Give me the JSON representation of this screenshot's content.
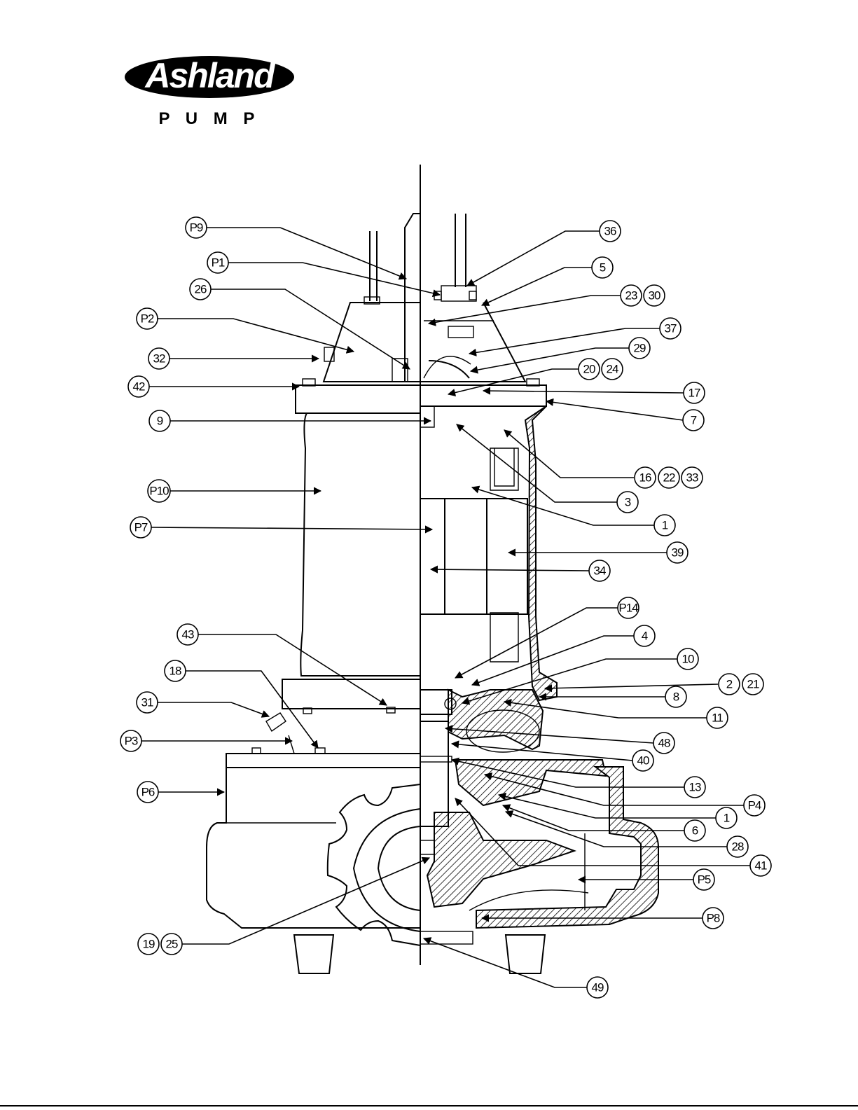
{
  "logo": {
    "brand": "Ashland",
    "subtitle": "P U M P"
  },
  "callouts": [
    {
      "id": "P9",
      "labels": [
        "P9"
      ]
    },
    {
      "id": "P1",
      "labels": [
        "P1"
      ]
    },
    {
      "id": "26",
      "labels": [
        "26"
      ]
    },
    {
      "id": "P2",
      "labels": [
        "P2"
      ]
    },
    {
      "id": "32",
      "labels": [
        "32"
      ]
    },
    {
      "id": "42",
      "labels": [
        "42"
      ]
    },
    {
      "id": "9",
      "labels": [
        "9"
      ]
    },
    {
      "id": "P10",
      "labels": [
        "P10"
      ]
    },
    {
      "id": "P7",
      "labels": [
        "P7"
      ]
    },
    {
      "id": "43",
      "labels": [
        "43"
      ]
    },
    {
      "id": "18",
      "labels": [
        "18"
      ]
    },
    {
      "id": "31",
      "labels": [
        "31"
      ]
    },
    {
      "id": "P3",
      "labels": [
        "P3"
      ]
    },
    {
      "id": "P6",
      "labels": [
        "P6"
      ]
    },
    {
      "id": "19-25",
      "labels": [
        "19",
        "25"
      ]
    },
    {
      "id": "36",
      "labels": [
        "36"
      ]
    },
    {
      "id": "5",
      "labels": [
        "5"
      ]
    },
    {
      "id": "23-30",
      "labels": [
        "23",
        "30"
      ]
    },
    {
      "id": "37",
      "labels": [
        "37"
      ]
    },
    {
      "id": "29",
      "labels": [
        "29"
      ]
    },
    {
      "id": "20-24",
      "labels": [
        "20",
        "24"
      ]
    },
    {
      "id": "17",
      "labels": [
        "17"
      ]
    },
    {
      "id": "7",
      "labels": [
        "7"
      ]
    },
    {
      "id": "16-22-33",
      "labels": [
        "16",
        "22",
        "33"
      ]
    },
    {
      "id": "3",
      "labels": [
        "3"
      ]
    },
    {
      "id": "1a",
      "labels": [
        "1"
      ]
    },
    {
      "id": "39",
      "labels": [
        "39"
      ]
    },
    {
      "id": "34",
      "labels": [
        "34"
      ]
    },
    {
      "id": "P14",
      "labels": [
        "P14"
      ]
    },
    {
      "id": "4",
      "labels": [
        "4"
      ]
    },
    {
      "id": "10",
      "labels": [
        "10"
      ]
    },
    {
      "id": "2-21",
      "labels": [
        "2",
        "21"
      ]
    },
    {
      "id": "8",
      "labels": [
        "8"
      ]
    },
    {
      "id": "11",
      "labels": [
        "11"
      ]
    },
    {
      "id": "48",
      "labels": [
        "48"
      ]
    },
    {
      "id": "40",
      "labels": [
        "40"
      ]
    },
    {
      "id": "13",
      "labels": [
        "13"
      ]
    },
    {
      "id": "P4",
      "labels": [
        "P4"
      ]
    },
    {
      "id": "1b",
      "labels": [
        "1"
      ]
    },
    {
      "id": "6",
      "labels": [
        "6"
      ]
    },
    {
      "id": "28",
      "labels": [
        "28"
      ]
    },
    {
      "id": "41",
      "labels": [
        "41"
      ]
    },
    {
      "id": "P5",
      "labels": [
        "P5"
      ]
    },
    {
      "id": "P8",
      "labels": [
        "P8"
      ]
    },
    {
      "id": "49",
      "labels": [
        "49"
      ]
    }
  ]
}
